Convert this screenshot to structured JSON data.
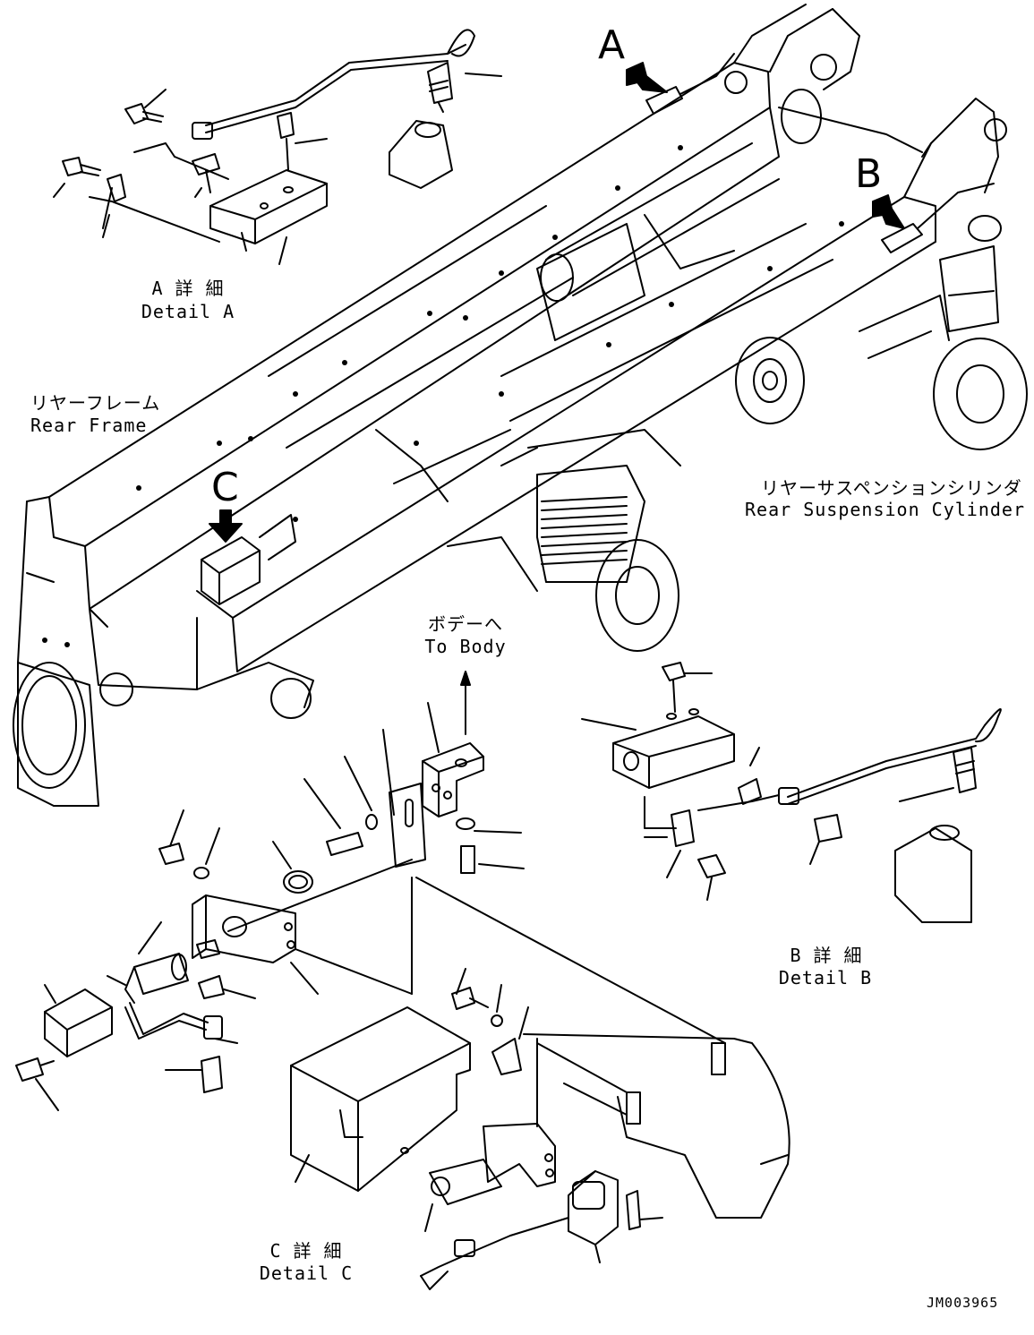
{
  "callouts": {
    "a": "A",
    "b": "B",
    "c": "C"
  },
  "detail_a": {
    "jp": "A 詳 細",
    "en": "Detail A"
  },
  "detail_b": {
    "jp": "B 詳 細",
    "en": "Detail B"
  },
  "detail_c": {
    "jp": "C 詳 細",
    "en": "Detail C"
  },
  "rear_frame": {
    "jp": "リヤーフレーム",
    "en": "Rear Frame"
  },
  "suspension": {
    "jp": "リヤーサスペンションシリンダ",
    "en": "Rear Suspension Cylinder"
  },
  "to_body": {
    "jp": "ボデーへ",
    "en": "To Body"
  },
  "drawing_ref": "JM003965"
}
